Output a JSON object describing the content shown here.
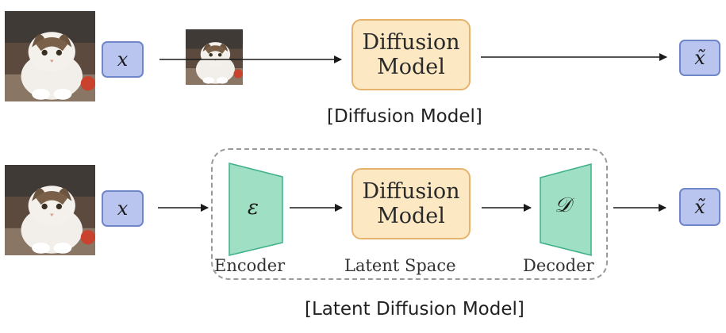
{
  "top": {
    "input_symbol": "x",
    "model": {
      "line1": "Diffusion",
      "line2": "Model"
    },
    "output_symbol": "x̃",
    "caption": "[Diffusion Model]"
  },
  "bottom": {
    "input_symbol": "x",
    "encoder_symbol": "ε",
    "encoder_label": "Encoder",
    "model": {
      "line1": "Diffusion",
      "line2": "Model"
    },
    "latent_label": "Latent Space",
    "decoder_symbol": "𝒟",
    "decoder_label": "Decoder",
    "output_symbol": "x̃",
    "caption": "[Latent Diffusion Model]"
  },
  "colors": {
    "input_box": "#b9c5ee",
    "model_box": "#fde8c4",
    "encoder_decoder": "#9fe0c4"
  }
}
